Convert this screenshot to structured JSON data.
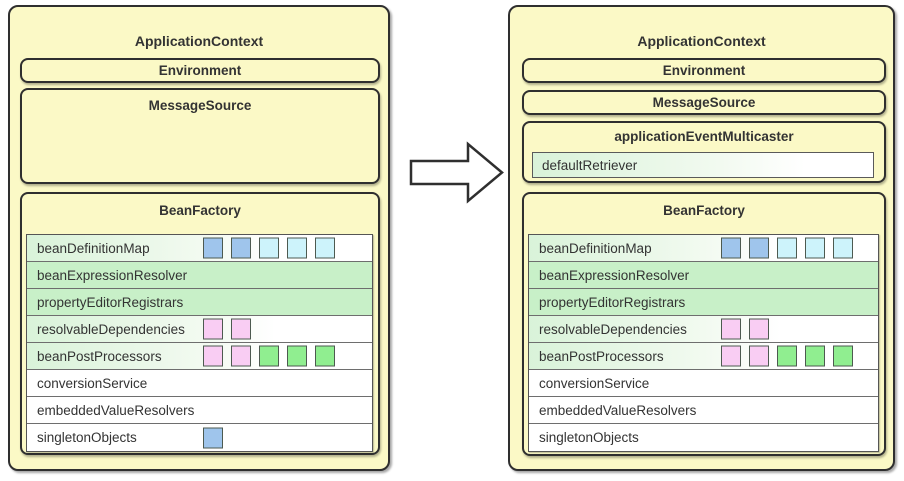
{
  "colors": {
    "panel_bg": "#fbf9c6",
    "panel_border": "#2f2f2f",
    "row_green": "#c8f0c8",
    "row_gradient_start": "#d9f3d9",
    "row_border": "#6e6e6e",
    "square_blue": "#9fc5ec",
    "square_cyan": "#cdf3fb",
    "square_pink": "#f9cdf3",
    "square_green": "#90ee90",
    "square_border": "#4d5a50",
    "text": "#333333"
  },
  "arrow": {
    "direction": "right"
  },
  "left_panel": {
    "title": "ApplicationContext",
    "environment": {
      "title": "Environment"
    },
    "message_source": {
      "title": "MessageSource"
    },
    "bean_factory": {
      "title": "BeanFactory",
      "rows": [
        {
          "label": "beanDefinitionMap",
          "bg": "gradient",
          "squares": [
            "blue",
            "blue",
            "cyan",
            "cyan",
            "cyan"
          ]
        },
        {
          "label": "beanExpressionResolver",
          "bg": "green",
          "squares": []
        },
        {
          "label": "propertyEditorRegistrars",
          "bg": "green",
          "squares": []
        },
        {
          "label": "resolvableDependencies",
          "bg": "gradient",
          "squares": [
            "pink",
            "pink"
          ]
        },
        {
          "label": "beanPostProcessors",
          "bg": "gradient",
          "squares": [
            "pink",
            "pink",
            "green",
            "green",
            "green"
          ]
        },
        {
          "label": "conversionService",
          "bg": "white",
          "squares": []
        },
        {
          "label": "embeddedValueResolvers",
          "bg": "white",
          "squares": []
        },
        {
          "label": "singletonObjects",
          "bg": "white",
          "squares": [
            "blue"
          ]
        }
      ]
    }
  },
  "right_panel": {
    "title": "ApplicationContext",
    "environment": {
      "title": "Environment"
    },
    "message_source": {
      "title": "MessageSource"
    },
    "event_multicaster": {
      "title": "applicationEventMulticaster",
      "row": {
        "label": "defaultRetriever"
      }
    },
    "bean_factory": {
      "title": "BeanFactory",
      "rows": [
        {
          "label": "beanDefinitionMap",
          "bg": "gradient",
          "squares": [
            "blue",
            "blue",
            "cyan",
            "cyan",
            "cyan"
          ]
        },
        {
          "label": "beanExpressionResolver",
          "bg": "green",
          "squares": []
        },
        {
          "label": "propertyEditorRegistrars",
          "bg": "green",
          "squares": []
        },
        {
          "label": "resolvableDependencies",
          "bg": "gradient",
          "squares": [
            "pink",
            "pink"
          ]
        },
        {
          "label": "beanPostProcessors",
          "bg": "gradient",
          "squares": [
            "pink",
            "pink",
            "green",
            "green",
            "green"
          ]
        },
        {
          "label": "conversionService",
          "bg": "white",
          "squares": []
        },
        {
          "label": "embeddedValueResolvers",
          "bg": "white",
          "squares": []
        },
        {
          "label": "singletonObjects",
          "bg": "white",
          "squares": []
        }
      ]
    }
  }
}
